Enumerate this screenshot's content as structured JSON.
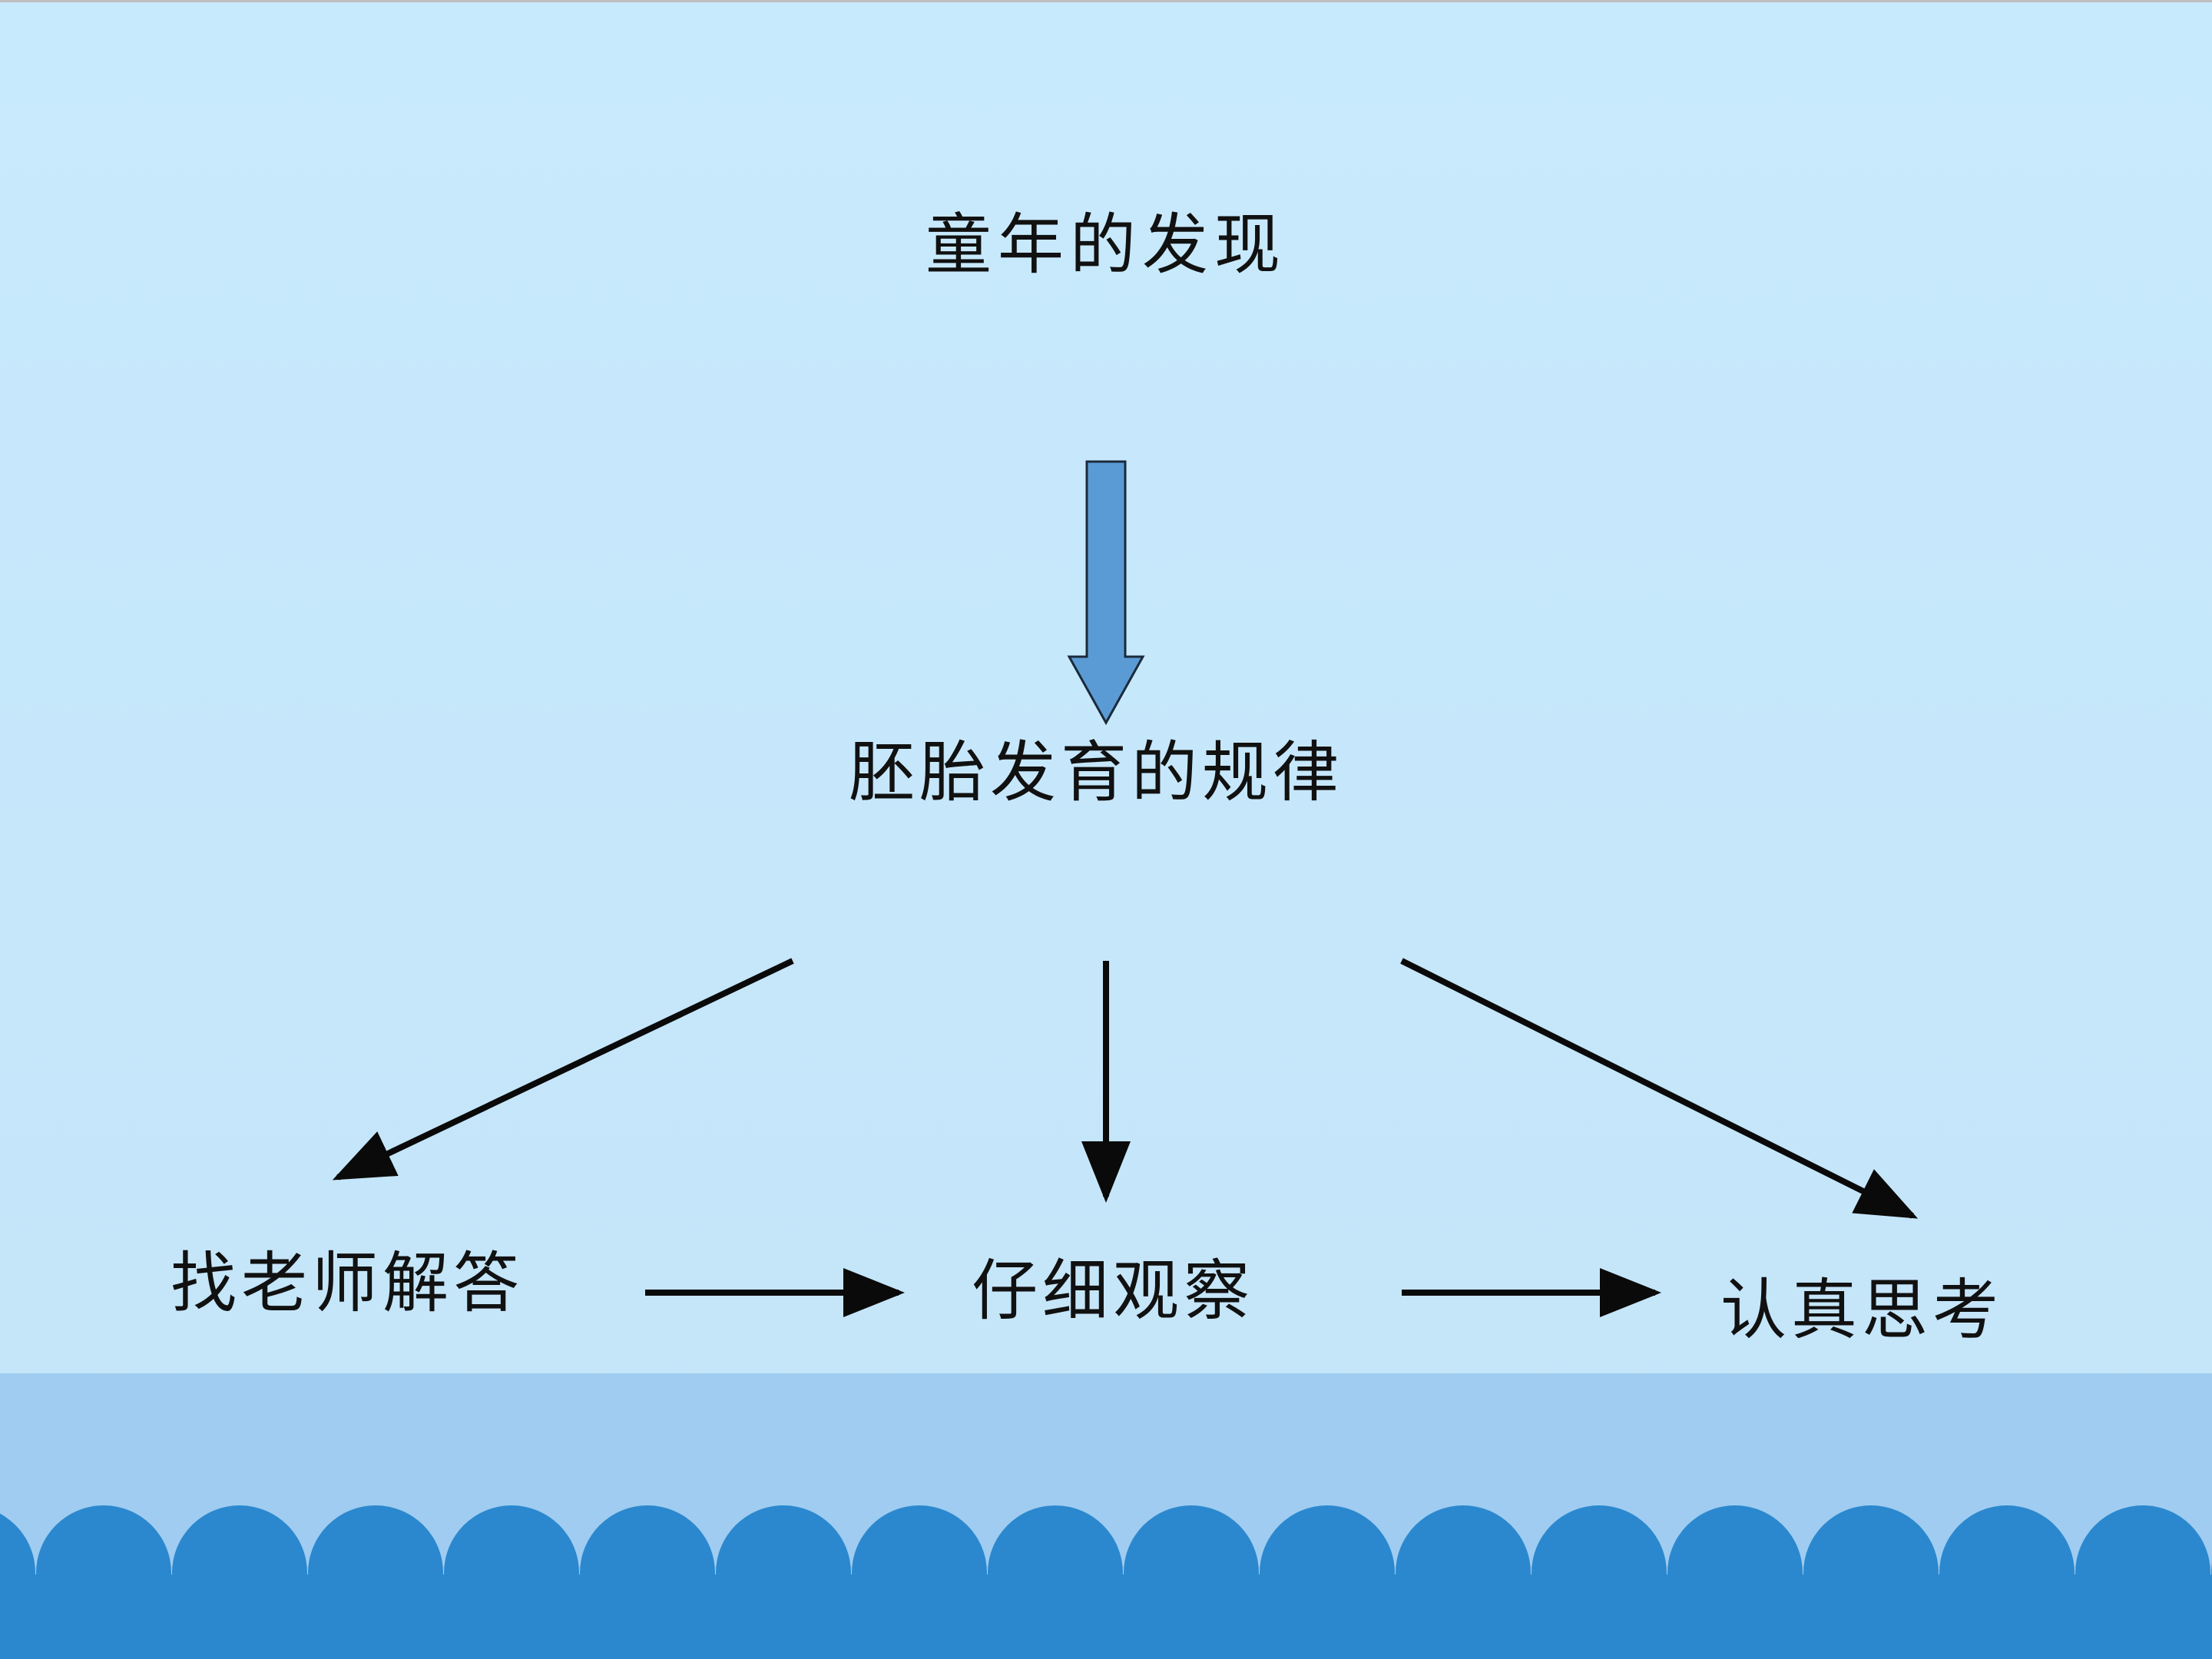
{
  "diagram": {
    "title": "童年的发现",
    "middle": "胚胎发育的规律",
    "branches": {
      "left": "找老师解答",
      "center": "仔细观察",
      "right": "认真思考"
    }
  },
  "colors": {
    "background": "#c6e8fb",
    "block_arrow_fill": "#5b9bd5",
    "block_arrow_stroke": "#1a2a3a",
    "line_arrow": "#0a0a0a",
    "sea_band": "#9fccf0",
    "waves": "#2b88ce"
  },
  "decoration": {
    "icon": "wave-pattern-icon"
  }
}
